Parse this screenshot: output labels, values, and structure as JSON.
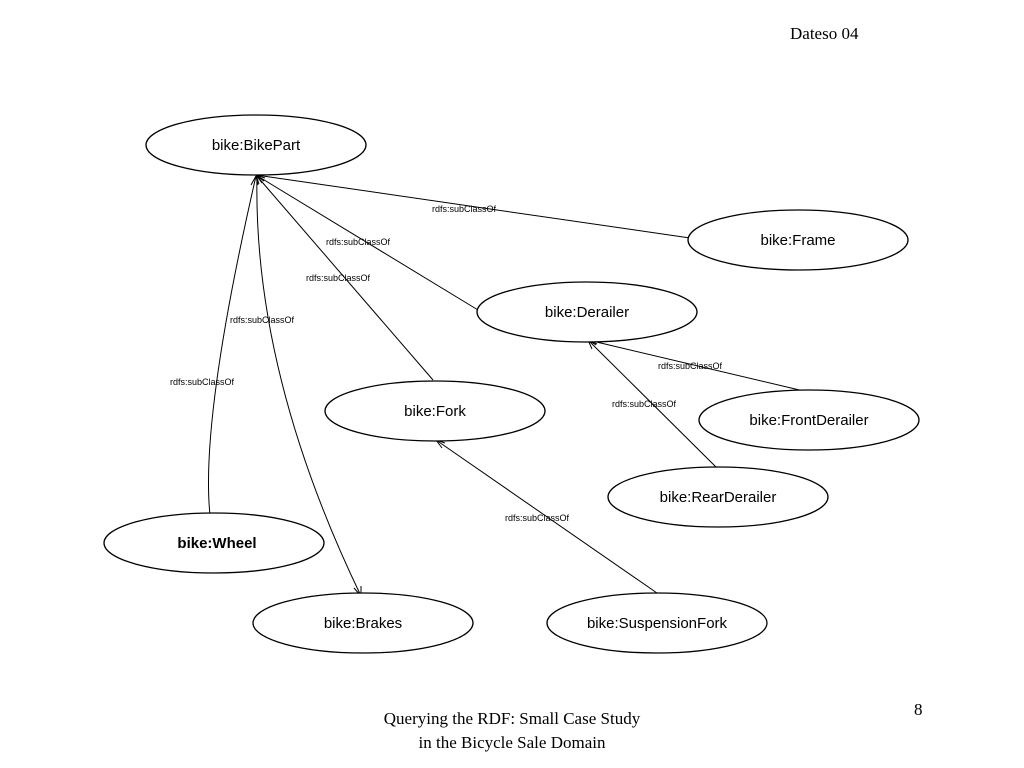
{
  "slide": {
    "header": "Dateso 04",
    "page_number": "8",
    "footer_line1": "Querying the RDF: Small Case Study",
    "footer_line2": "in the Bicycle Sale Domain"
  },
  "diagram": {
    "nodes": [
      {
        "id": "bikepart",
        "label": "bike:BikePart",
        "bold": false
      },
      {
        "id": "frame",
        "label": "bike:Frame",
        "bold": false
      },
      {
        "id": "derailer",
        "label": "bike:Derailer",
        "bold": false
      },
      {
        "id": "frontderailer",
        "label": "bike:FrontDerailer",
        "bold": false
      },
      {
        "id": "fork",
        "label": "bike:Fork",
        "bold": false
      },
      {
        "id": "rearderailer",
        "label": "bike:RearDerailer",
        "bold": false
      },
      {
        "id": "wheel",
        "label": "bike:Wheel",
        "bold": true
      },
      {
        "id": "brakes",
        "label": "bike:Brakes",
        "bold": false
      },
      {
        "id": "suspensionfork",
        "label": "bike:SuspensionFork",
        "bold": false
      }
    ],
    "edges": [
      {
        "id": "frame-bikepart",
        "from": "frame",
        "to": "bikepart",
        "label": "rdfs:subClassOf"
      },
      {
        "id": "derailer-bikepart",
        "from": "derailer",
        "to": "bikepart",
        "label": "rdfs:subClassOf"
      },
      {
        "id": "fork-bikepart",
        "from": "fork",
        "to": "bikepart",
        "label": "rdfs:subClassOf"
      },
      {
        "id": "bikepart-brakes",
        "from": "bikepart",
        "to": "brakes",
        "label": "rdfs:subClassOf"
      },
      {
        "id": "wheel-bikepart",
        "from": "wheel",
        "to": "bikepart",
        "label": "rdfs:subClassOf"
      },
      {
        "id": "frontderailer-derailer",
        "from": "frontderailer",
        "to": "derailer",
        "label": "rdfs:subClassOf"
      },
      {
        "id": "rearderailer-derailer",
        "from": "rearderailer",
        "to": "derailer",
        "label": "rdfs:subClassOf"
      },
      {
        "id": "suspensionfork-fork",
        "from": "suspensionfork",
        "to": "fork",
        "label": "rdfs:subClassOf"
      }
    ]
  }
}
